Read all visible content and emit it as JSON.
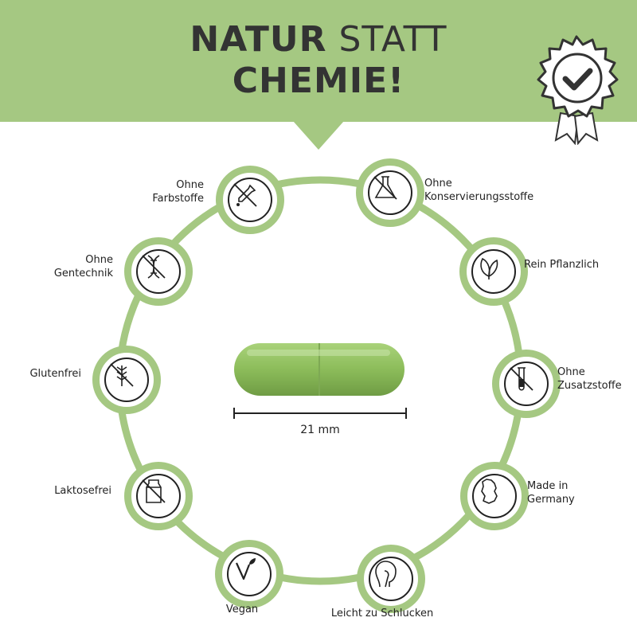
{
  "header": {
    "line1_bold": "NATUR",
    "line1_light": " STATT",
    "line2": "CHEMIE!",
    "bg_color": "#a5c882"
  },
  "seal": {
    "icon": "check-seal-icon"
  },
  "capsule": {
    "measurement": "21 mm",
    "color": "#8cbc5a"
  },
  "features": [
    {
      "label_lines": [
        "Ohne",
        "Farbstoffe"
      ],
      "icon": "dropper-crossed-icon"
    },
    {
      "label_lines": [
        "Ohne",
        "Konservierungsstoffe"
      ],
      "icon": "flask-crossed-icon"
    },
    {
      "label_lines": [
        "Ohne",
        "Gentechnik"
      ],
      "icon": "dna-crossed-icon"
    },
    {
      "label_lines": [
        "Rein Pflanzlich"
      ],
      "icon": "leaves-icon"
    },
    {
      "label_lines": [
        "Glutenfrei"
      ],
      "icon": "wheat-crossed-icon"
    },
    {
      "label_lines": [
        "Ohne",
        "Zusatzstoffe"
      ],
      "icon": "testtube-crossed-icon"
    },
    {
      "label_lines": [
        "Laktosefrei"
      ],
      "icon": "milk-crossed-icon"
    },
    {
      "label_lines": [
        "Made in",
        "Germany"
      ],
      "icon": "germany-map-icon"
    },
    {
      "label_lines": [
        "Vegan"
      ],
      "icon": "vegan-v-icon"
    },
    {
      "label_lines": [
        "Leicht zu Schlucken"
      ],
      "icon": "head-swallow-icon"
    }
  ]
}
